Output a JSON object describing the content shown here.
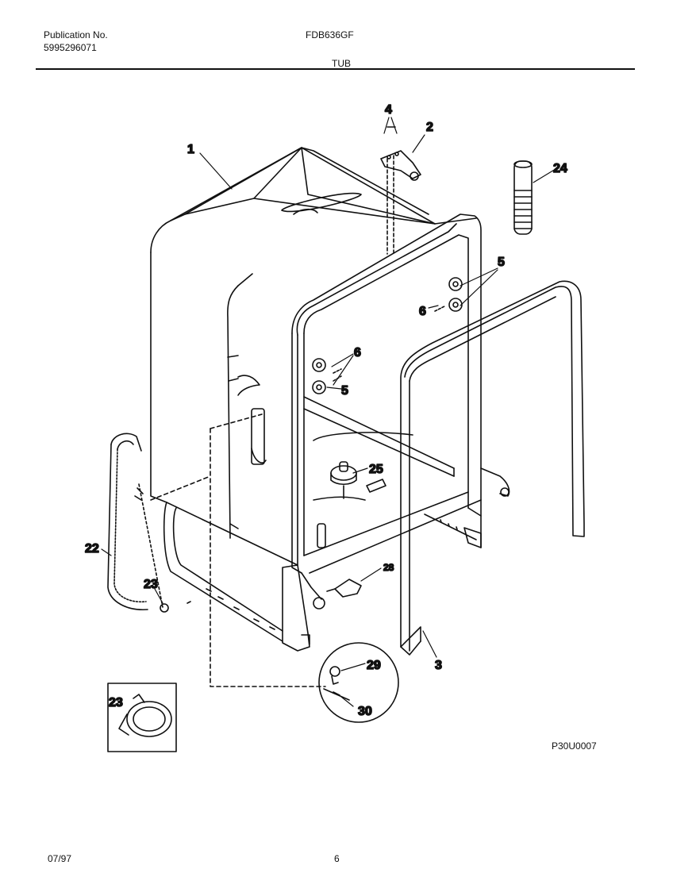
{
  "header": {
    "publication_label": "Publication No.",
    "publication_number": "5995296071",
    "model": "FDB636GF",
    "section": "TUB"
  },
  "diagram": {
    "callouts": {
      "c1": "1",
      "c2": "2",
      "c3": "3",
      "c4": "4",
      "c5a": "5",
      "c5b": "5",
      "c6a": "6",
      "c6b": "6",
      "c22": "22",
      "c23a": "23",
      "c23b": "23",
      "c24": "24",
      "c25": "25",
      "c28": "28",
      "c29": "29",
      "c30": "30"
    },
    "drawing_code": "P30U0007"
  },
  "footer": {
    "date": "07/97",
    "page": "6"
  }
}
